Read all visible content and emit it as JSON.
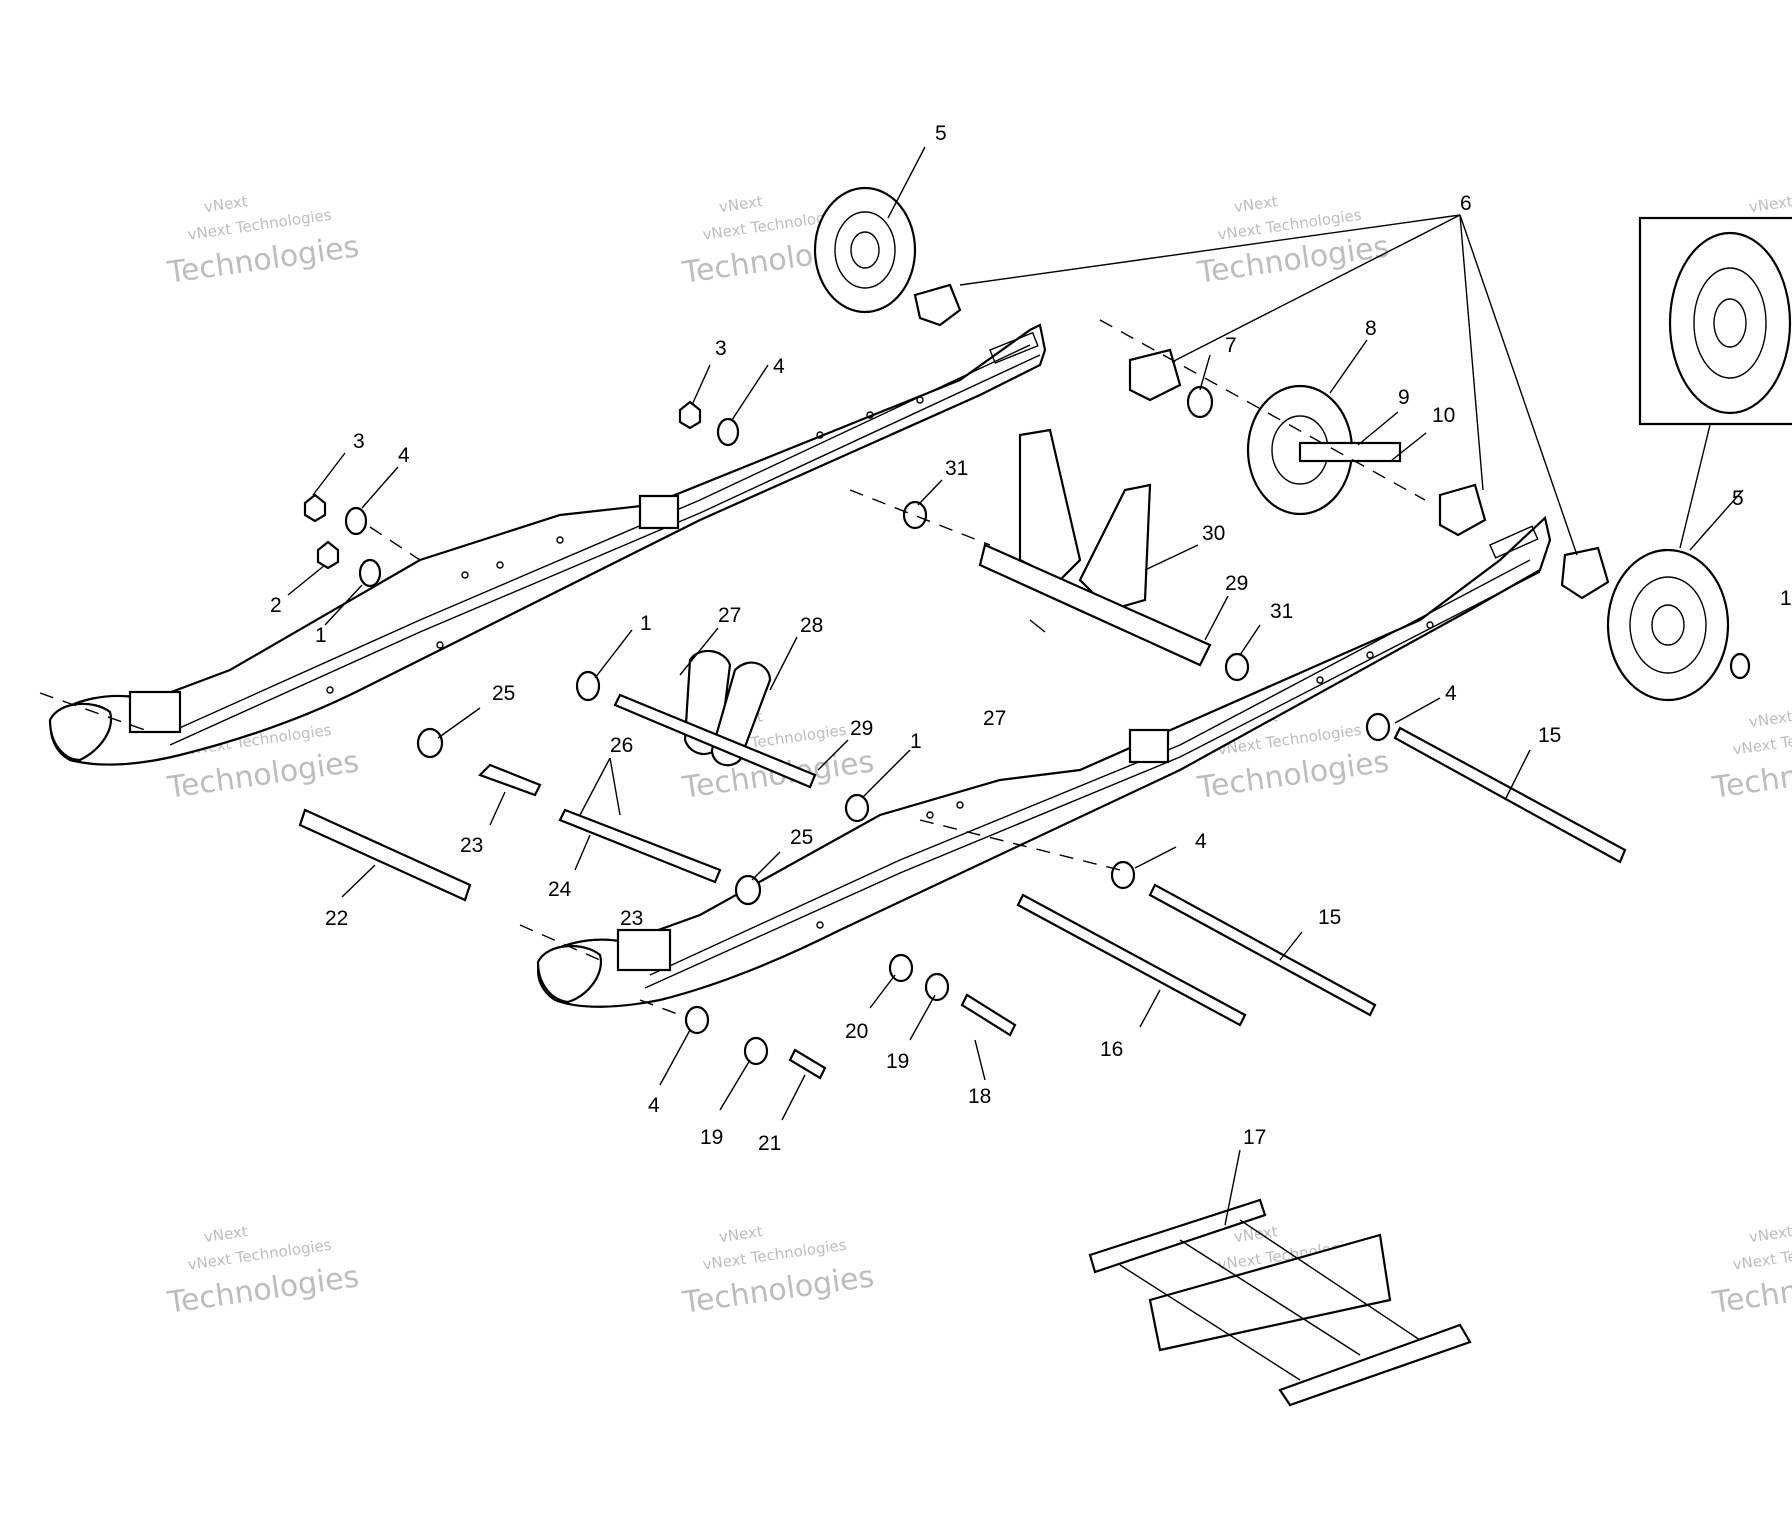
{
  "watermark": {
    "line1": "vNext",
    "line2": "vNext Technologies",
    "line3": "Technologies"
  },
  "callouts": [
    {
      "id": "c5a",
      "text": "5"
    },
    {
      "id": "c6",
      "text": "6"
    },
    {
      "id": "c3a",
      "text": "3"
    },
    {
      "id": "c4a",
      "text": "4"
    },
    {
      "id": "c3b",
      "text": "3"
    },
    {
      "id": "c4b",
      "text": "4"
    },
    {
      "id": "c2",
      "text": "2"
    },
    {
      "id": "c1a",
      "text": "1"
    },
    {
      "id": "c7",
      "text": "7"
    },
    {
      "id": "c8",
      "text": "8"
    },
    {
      "id": "c9",
      "text": "9"
    },
    {
      "id": "c10",
      "text": "10"
    },
    {
      "id": "c31a",
      "text": "31"
    },
    {
      "id": "c30",
      "text": "30"
    },
    {
      "id": "c29a",
      "text": "29"
    },
    {
      "id": "c31b",
      "text": "31"
    },
    {
      "id": "c27a",
      "text": "27"
    },
    {
      "id": "c28",
      "text": "28"
    },
    {
      "id": "c1b",
      "text": "1"
    },
    {
      "id": "c25a",
      "text": "25"
    },
    {
      "id": "c27b",
      "text": "27"
    },
    {
      "id": "c29b",
      "text": "29"
    },
    {
      "id": "c26",
      "text": "26"
    },
    {
      "id": "c1c",
      "text": "1"
    },
    {
      "id": "c23a",
      "text": "23"
    },
    {
      "id": "c24",
      "text": "24"
    },
    {
      "id": "c25b",
      "text": "25"
    },
    {
      "id": "c22",
      "text": "22"
    },
    {
      "id": "c23b",
      "text": "23"
    },
    {
      "id": "c5b",
      "text": "5"
    },
    {
      "id": "c1d",
      "text": "1"
    },
    {
      "id": "c4c",
      "text": "4"
    },
    {
      "id": "c15a",
      "text": "15"
    },
    {
      "id": "c4d",
      "text": "4"
    },
    {
      "id": "c15b",
      "text": "15"
    },
    {
      "id": "c20",
      "text": "20"
    },
    {
      "id": "c19a",
      "text": "19"
    },
    {
      "id": "c18",
      "text": "18"
    },
    {
      "id": "c16",
      "text": "16"
    },
    {
      "id": "c4e",
      "text": "4"
    },
    {
      "id": "c19b",
      "text": "19"
    },
    {
      "id": "c21",
      "text": "21"
    },
    {
      "id": "c17",
      "text": "17"
    }
  ]
}
